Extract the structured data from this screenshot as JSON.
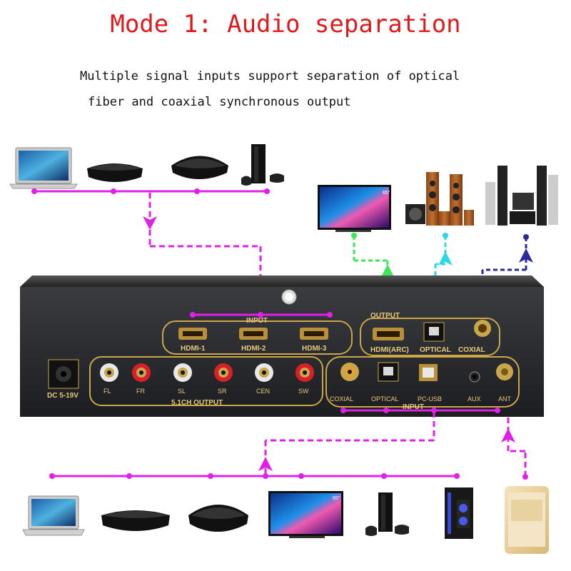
{
  "title": "Mode 1: Audio separation",
  "subtitle_line1": "Multiple signal inputs support separation of optical",
  "subtitle_line2": "fiber and coaxial synchronous output",
  "device": {
    "input_group_label": "INPUT",
    "output_group_label": "OUTPUT",
    "hdmi1": "HDMI-1",
    "hdmi2": "HDMI-2",
    "hdmi3": "HDMI-3",
    "hdmi_arc": "HDMI(ARC)",
    "optical_out": "OPTICAL",
    "coxial_out": "COXIAL",
    "dc": "DC 5-19V",
    "fl": "FL",
    "fr": "FR",
    "sl": "SL",
    "sr": "SR",
    "cen": "CEN",
    "sw": "SW",
    "ch_output": "5.1CH OUTPUT",
    "coxial_in": "COXIAL",
    "optical_in": "OPTICAL",
    "pcusb": "PC-USB",
    "aux": "AUX",
    "ant": "ANT",
    "bottom_input_label": "INPUT"
  },
  "tv_badge": "65\"",
  "tv_badge2": "65\"",
  "colors": {
    "title": "#e0191c",
    "magenta": "#e020e8",
    "green": "#3ee65a",
    "cyan": "#28d8e8",
    "navy": "#2a2a9a",
    "gold": "#c9a64a"
  }
}
